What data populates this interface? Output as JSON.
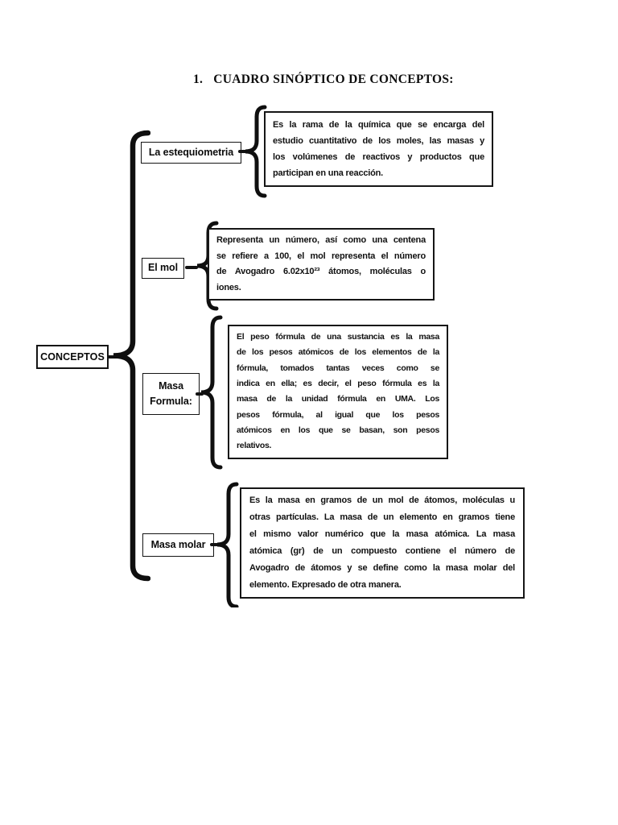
{
  "page": {
    "background": "#ffffff",
    "ink": "#000000"
  },
  "title": {
    "number": "1.",
    "text": "CUADRO SINÓPTICO DE CONCEPTOS:"
  },
  "root": {
    "label": "CONCEPTOS"
  },
  "concepts": [
    {
      "label": "La estequiometria",
      "lines": [
        "Es la rama de la química que se encarga del",
        "estudio cuantitativo de los moles, las masas y",
        "los volúmenes de reactivos y productos que",
        "participan en una reacción."
      ]
    },
    {
      "label": "El mol",
      "lines": [
        "Representa un número, así como una centena",
        "se refiere a 100, el mol representa el número",
        "de Avogadro 6.02x10²³ átomos, moléculas o",
        "iones."
      ]
    },
    {
      "label": "Masa Formula:",
      "lines": [
        "El peso fórmula de una sustancia es la masa",
        "de los pesos atómicos de los elementos de la",
        "fórmula, tomados tantas veces como se",
        "indica en ella; es decir, el peso fórmula es la",
        "masa de la unidad fórmula en UMA. Los",
        "pesos fórmula, al igual que los pesos",
        "atómicos en los que se basan, son pesos",
        "relativos."
      ]
    },
    {
      "label": "Masa molar",
      "lines": [
        "Es la masa en gramos de un mol de átomos, moléculas u",
        "otras partículas. La masa de un elemento en gramos tiene",
        "el mismo valor numérico que la masa atómica. La masa",
        "atómica (gr) de un compuesto contiene el número de",
        "Avogadro de átomos y se define como la masa molar del",
        "elemento. Expresado de otra manera."
      ]
    }
  ]
}
